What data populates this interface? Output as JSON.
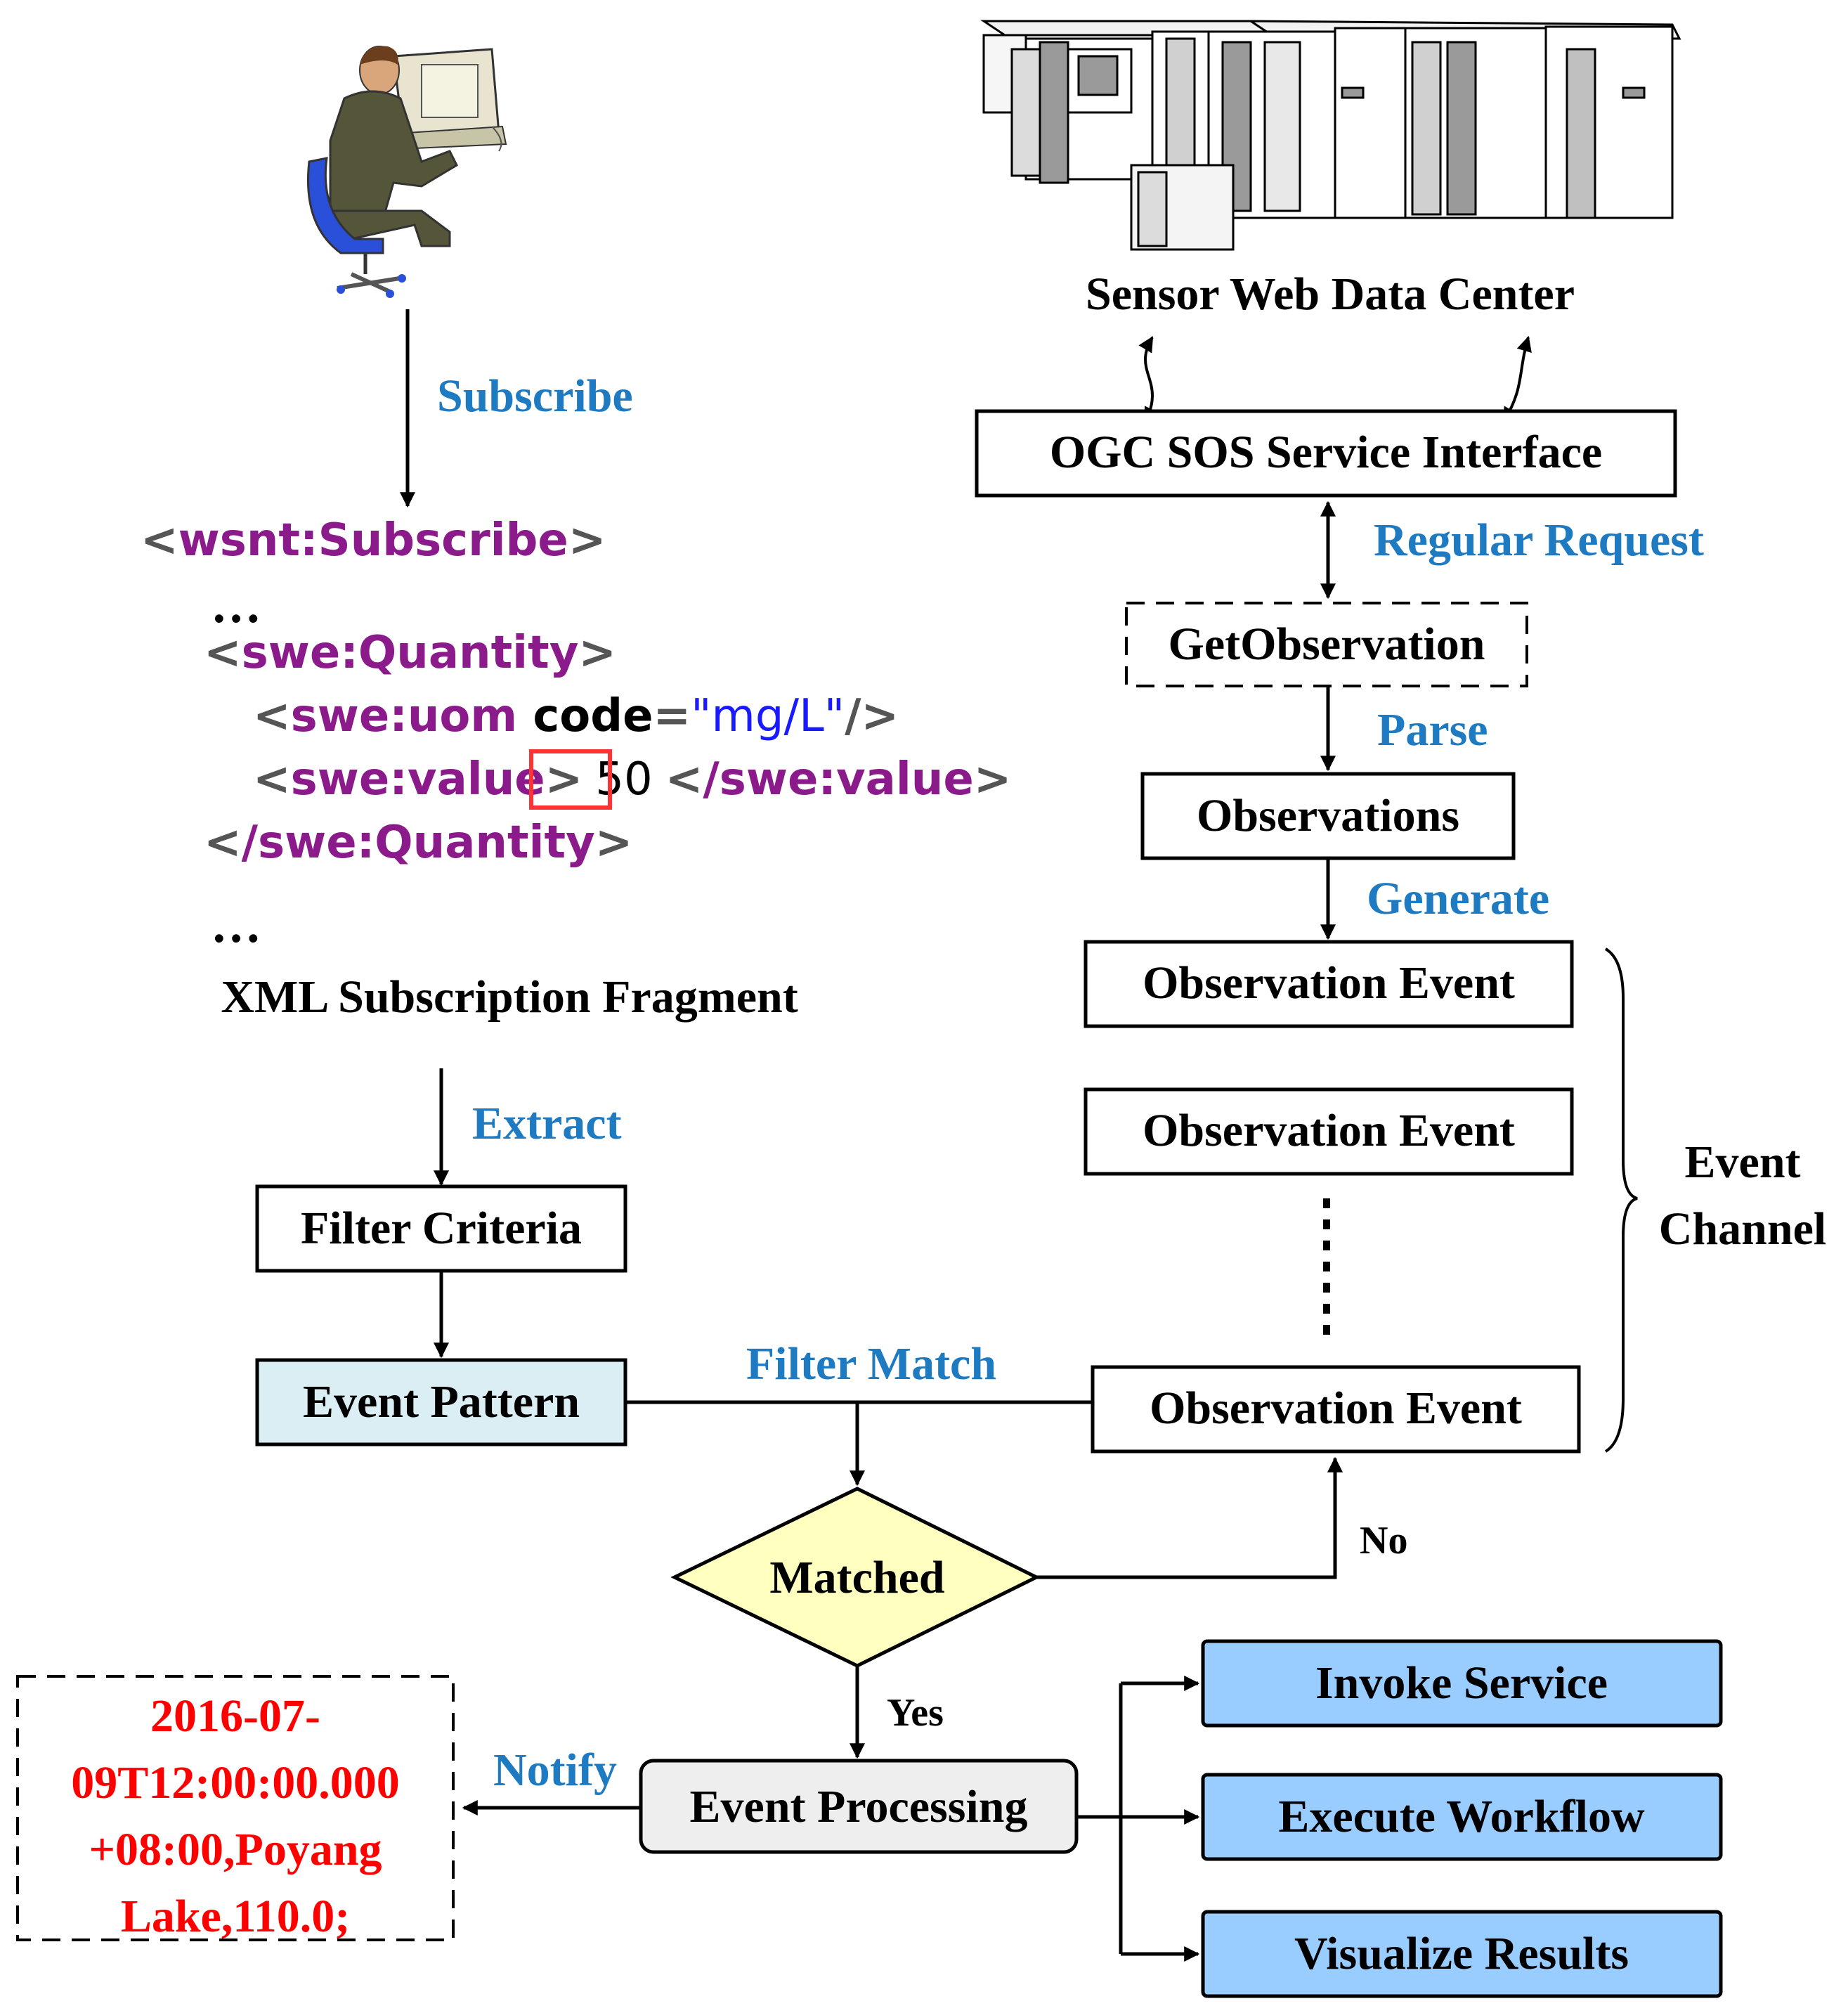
{
  "colors": {
    "edge_label": "#1f7bc1",
    "xml_tag": "#8b1a8b",
    "xml_attr_value": "#1a1aff",
    "notification_text": "#ff0000",
    "event_pattern_fill": "#daeef3",
    "action_fill": "#99ccff",
    "decision_fill": "#ffffc0",
    "processing_fill": "#eeeeee",
    "highlight_box": "#ff3333"
  },
  "icons": {
    "user": "person-at-computer-icon",
    "data_center": "server-rack-icon"
  },
  "nodes": {
    "data_center": "Sensor Web Data Center",
    "sos_interface": "OGC SOS Service Interface",
    "get_observation": "GetObservation",
    "observations": "Observations",
    "observation_event": "Observation Event",
    "event_channel_line1": "Event",
    "event_channel_line2": "Channel",
    "xml_caption": "XML Subscription Fragment",
    "filter_criteria": "Filter Criteria",
    "event_pattern": "Event Pattern",
    "matched": "Matched",
    "event_processing": "Event Processing",
    "invoke_service": "Invoke Service",
    "execute_workflow": "Execute Workflow",
    "visualize_results": "Visualize Results"
  },
  "edges": {
    "subscribe": "Subscribe",
    "regular_request": "Regular Request",
    "parse": "Parse",
    "generate": "Generate",
    "extract": "Extract",
    "filter_match": "Filter Match",
    "no": "No",
    "yes": "Yes",
    "notify": "Notify"
  },
  "xml": {
    "open_subscribe": "wsnt:Subscribe",
    "ellipsis": "…",
    "open_quantity": "swe:Quantity",
    "uom_tag": "swe:uom",
    "uom_attr": "code",
    "uom_value": "\"mg/L\"",
    "value_tag": "swe:value",
    "value": "50",
    "close_value": "/swe:value",
    "close_quantity": "/swe:Quantity"
  },
  "notification": {
    "line1": "2016-07-",
    "line2": "09T12:00:00.000",
    "line3": "+08:00,Poyang",
    "line4": "Lake,110.0;"
  }
}
